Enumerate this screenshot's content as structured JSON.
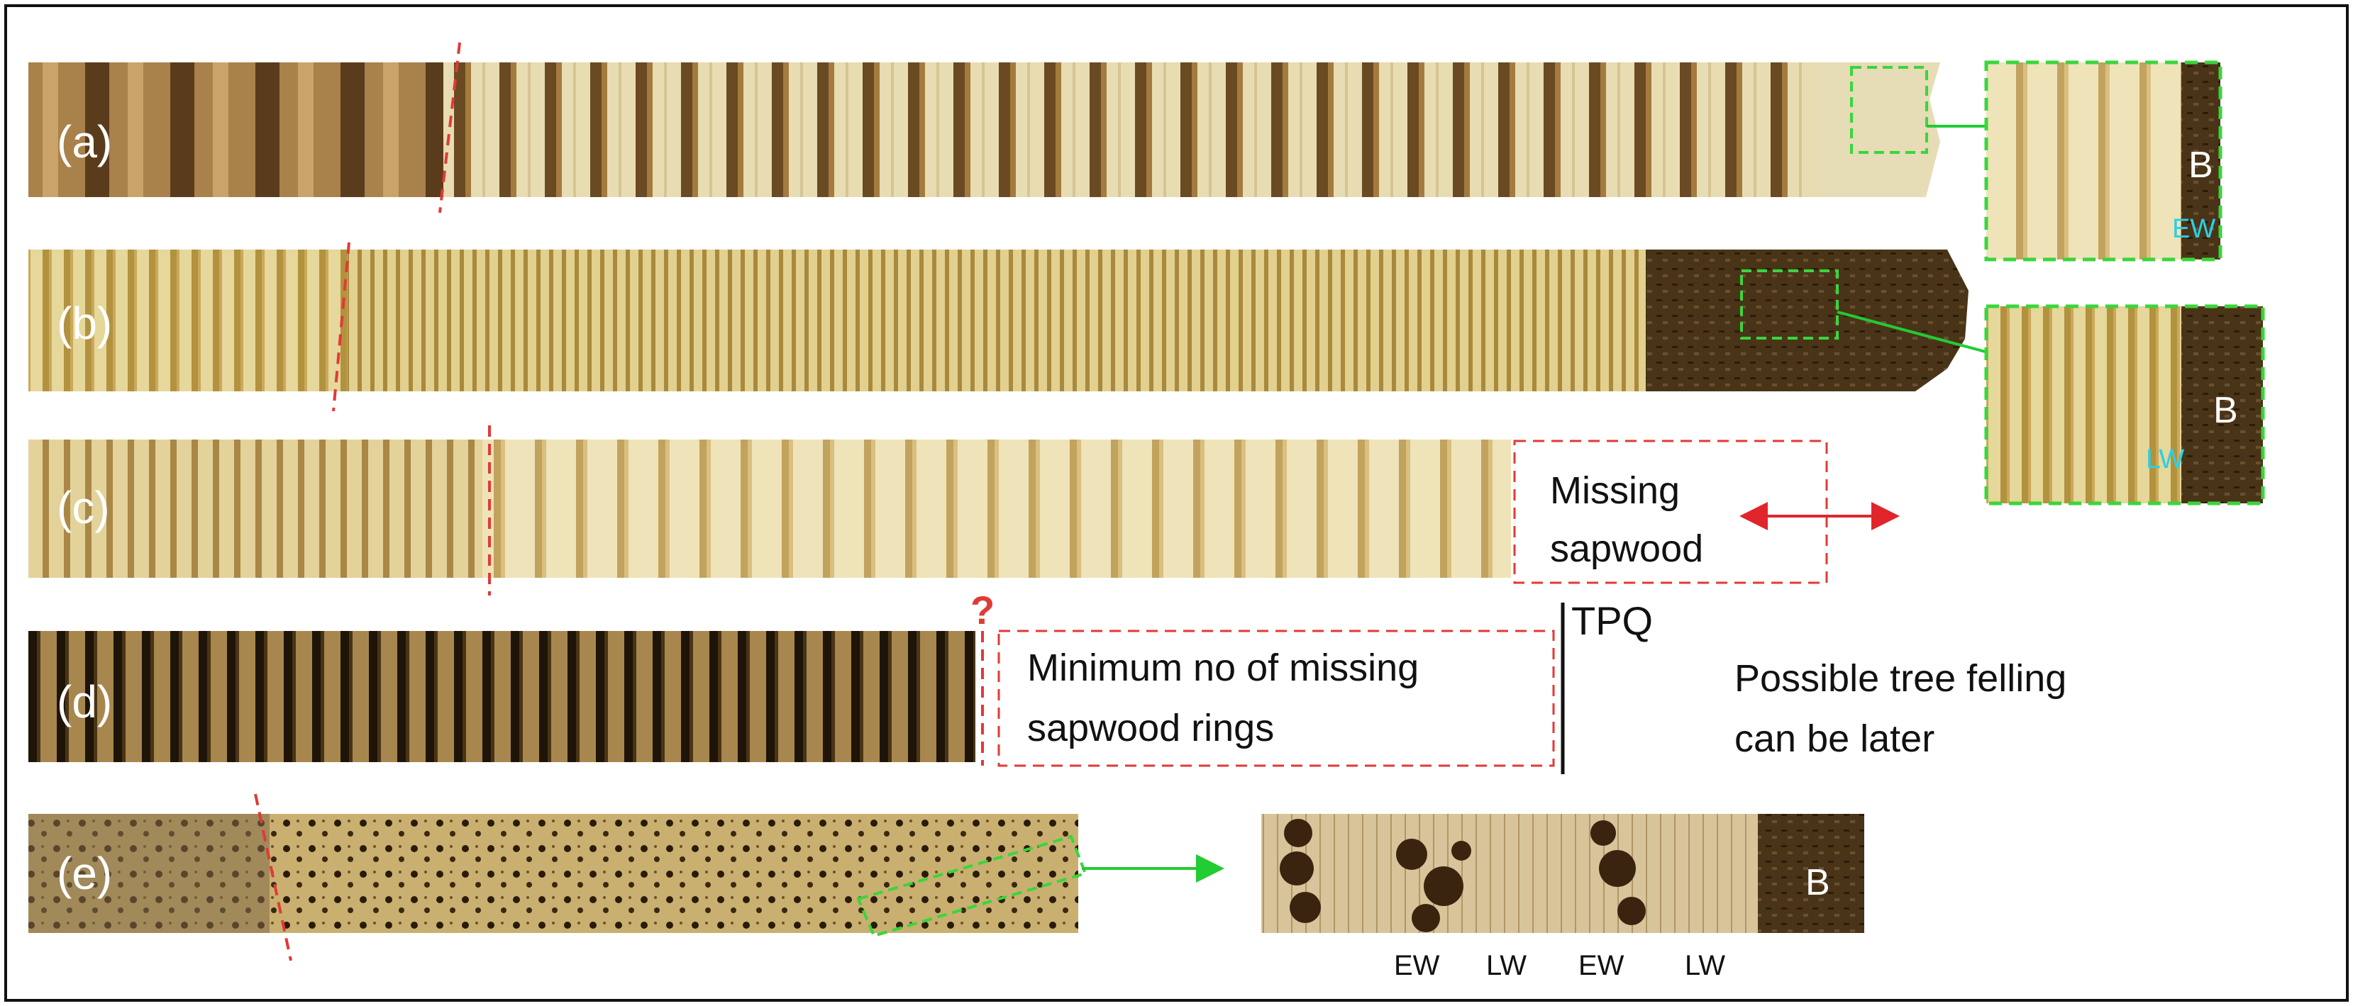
{
  "panels": [
    {
      "label": "(a)"
    },
    {
      "label": "(b)"
    },
    {
      "label": "(c)"
    },
    {
      "label": "(d)"
    },
    {
      "label": "(e)"
    }
  ],
  "insets": {
    "a": {
      "bark": "B",
      "wood": "EW"
    },
    "b": {
      "bark": "B",
      "wood": "LW"
    },
    "e": {
      "bark": "B",
      "bands": [
        "EW",
        "LW",
        "EW",
        "LW"
      ]
    }
  },
  "annotations": {
    "missing_sapwood": "Missing\nsapwood",
    "question_mark": "?",
    "min_missing": "Minimum no of missing\nsapwood rings",
    "tpq": "TPQ",
    "possible_felling": "Possible tree felling\ncan be later"
  },
  "colors": {
    "frame": "#111111",
    "red_dashed": "#e03a36",
    "green_dashed": "#39d63b",
    "arrow_green": "#22cc33",
    "arrow_red": "#e0262a",
    "ew_lw_cyan": "#2ad0e6",
    "label_white": "#ffffff"
  }
}
